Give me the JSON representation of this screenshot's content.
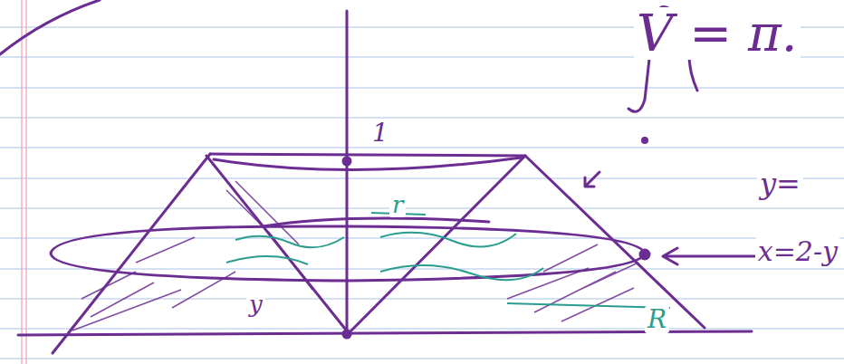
{
  "diagram": {
    "labels": [
      "V = π.",
      "y=",
      "x=2-y",
      "1",
      "r",
      "y",
      "R"
    ]
  }
}
